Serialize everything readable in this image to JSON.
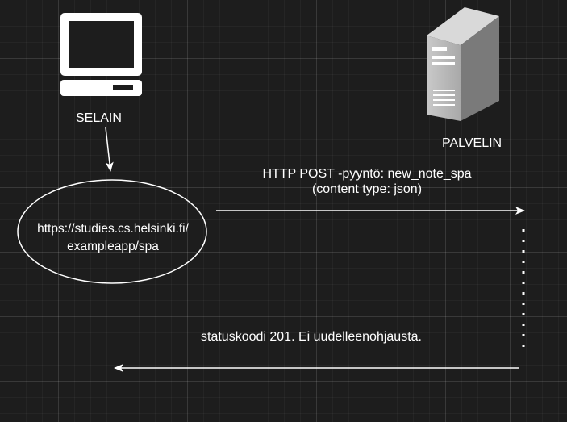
{
  "nodes": {
    "browser": {
      "label": "SELAIN"
    },
    "server": {
      "label": "PALVELIN"
    },
    "url": {
      "line1": "https://studies.cs.helsinki.fi/",
      "line2": "exampleapp/spa"
    }
  },
  "edges": {
    "request": {
      "line1": "HTTP POST -pyyntö: new_note_spa",
      "line2": "(content type: json)"
    },
    "response": {
      "label": "statuskoodi 201. Ei uudelleenohjausta."
    }
  },
  "colors": {
    "background": "#1d1d1d",
    "stroke": "#ffffff",
    "server_body": "#b9b9b9"
  }
}
